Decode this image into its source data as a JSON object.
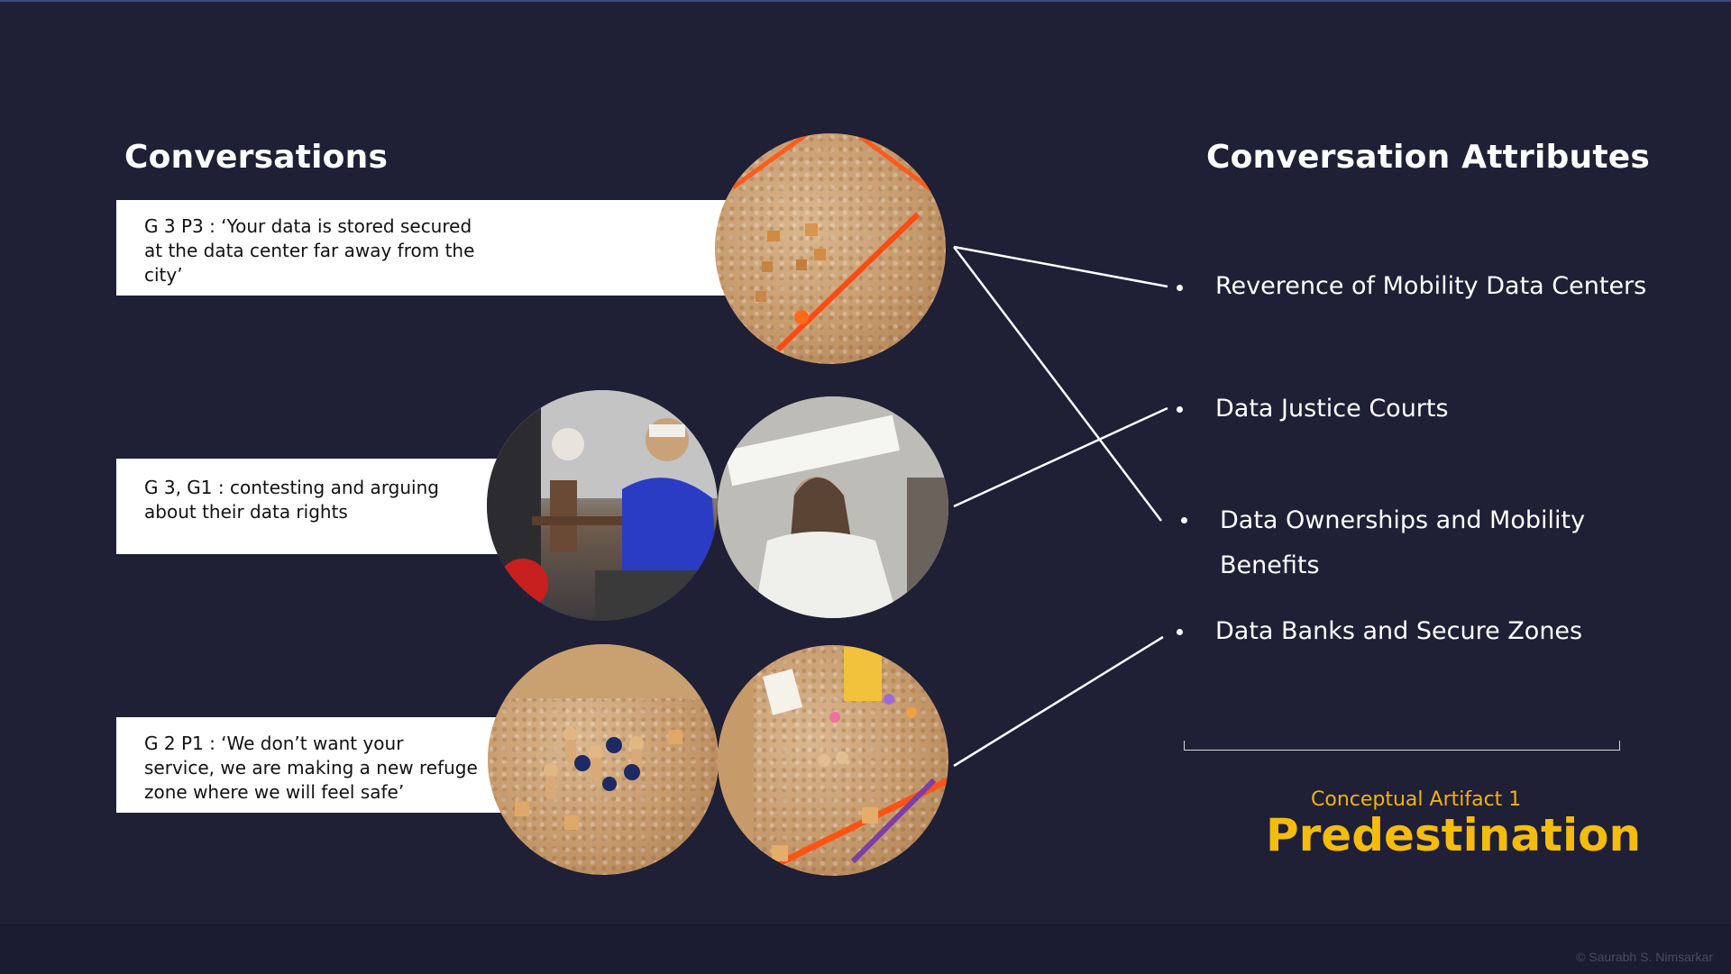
{
  "headings": {
    "conversations": "Conversations",
    "attributes": "Conversation Attributes"
  },
  "conversations": [
    {
      "text": "G 3 P3 : ‘Your data is stored secured at the data center far away from the city’"
    },
    {
      "text": "G 3, G1 : contesting and arguing about their data rights"
    },
    {
      "text": "G 2 P1 : ‘We don’t want your service, we are making a new refuge zone where we will feel safe’"
    }
  ],
  "attributes": [
    "Reverence of Mobility Data Centers",
    "Data Justice Courts",
    "Data Ownerships and Mobility Benefits",
    "Data Banks and Secure Zones"
  ],
  "artifact": {
    "label": "Conceptual Artifact 1",
    "title": "Predestination"
  },
  "footer": {
    "copyright": "© Saurabh S. Nimsarkar"
  },
  "colors": {
    "background": "#1f1f35",
    "accent": "#f4bc0c",
    "text": "#ffffff"
  }
}
